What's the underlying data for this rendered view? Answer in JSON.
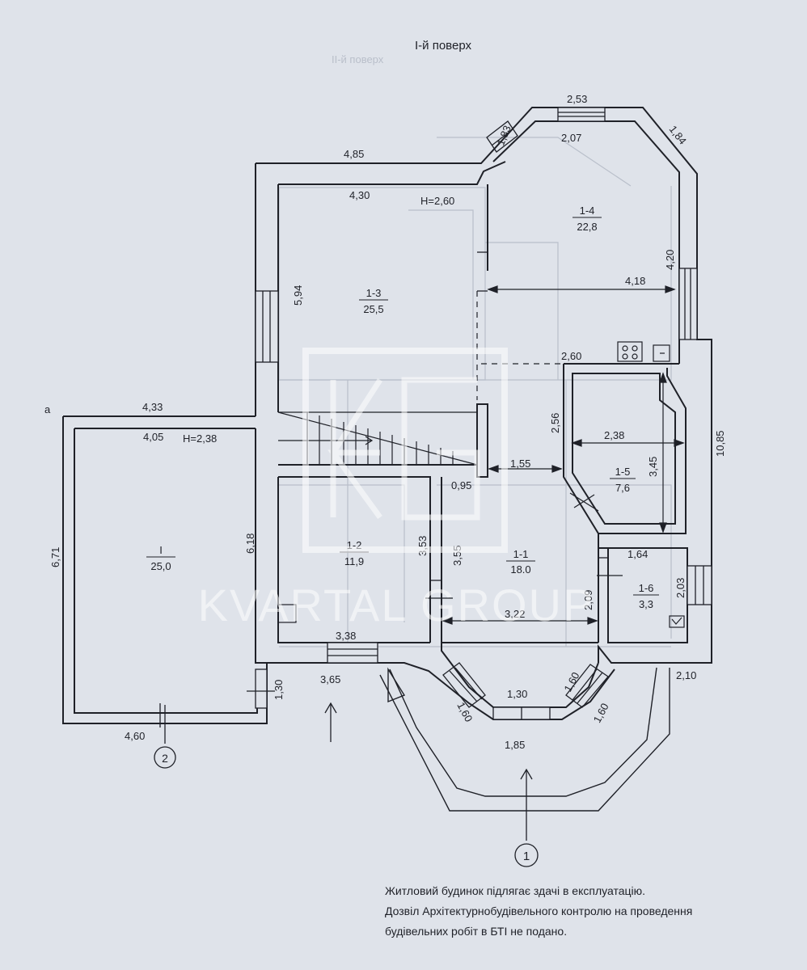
{
  "title": "І-й поверх",
  "ghost_title": "ІІ-й поверх",
  "watermark": "KVARTAL GROUP",
  "axis_labels": {
    "a": "а",
    "axis1": "1",
    "axis2": "2"
  },
  "rooms": [
    {
      "id": "1-1",
      "area": "18.0"
    },
    {
      "id": "1-2",
      "area": "11,9"
    },
    {
      "id": "1-3",
      "area": "25,5"
    },
    {
      "id": "1-4",
      "area": "22,8"
    },
    {
      "id": "1-5",
      "area": "7,6"
    },
    {
      "id": "1-6",
      "area": "3,3"
    },
    {
      "id": "I",
      "area": "25,0"
    }
  ],
  "heights": {
    "main": "H=2,60",
    "annex": "H=2,38"
  },
  "dimensions": {
    "top_window": "2,53",
    "bay_inner": "2,07",
    "bay_left_diag": "1,83",
    "bay_right_diag": "1,84",
    "top_left": "4,85",
    "room13_width": "4,30",
    "room13_height": "5,94",
    "room14_width": "4,18",
    "room14_height": "4,20",
    "room15_top": "2,60",
    "room15_left": "2,56",
    "room15_width": "2,38",
    "room15_height": "3,45",
    "total_height": "10,85",
    "annex_outer": "4,33",
    "annex_inner": "4,05",
    "annex_height": "6,71",
    "annex_bottom": "4,60",
    "room12_left": "6,18",
    "room12_h1": "3,53",
    "room12_h2": "3,55",
    "room12_width": "3,38",
    "hall_gap": "1,55",
    "hall_opening": "0,95",
    "room11_width": "3,22",
    "room11_height": "2,09",
    "room16_width": "1,64",
    "room16_height": "2,03",
    "entrance_width": "3,65",
    "entrance_depth": "1,30",
    "porch_diag_1": "1,60",
    "porch_diag_2": "1,60",
    "porch_diag_3": "1,60",
    "porch_inner": "1,30",
    "porch_outer": "1,85",
    "right_offset": "2,10"
  },
  "notes": [
    "Житловий будинок підлягає здачі в експлуатацію.",
    "Дозвіл Архітектурнобудівельного контролю на проведення",
    "будівельних робіт в БТІ не подано."
  ],
  "colors": {
    "paper": "#dfe3ea",
    "ink": "#1f2128",
    "ghost": "#b9bfca",
    "watermark": "#ffffff"
  }
}
